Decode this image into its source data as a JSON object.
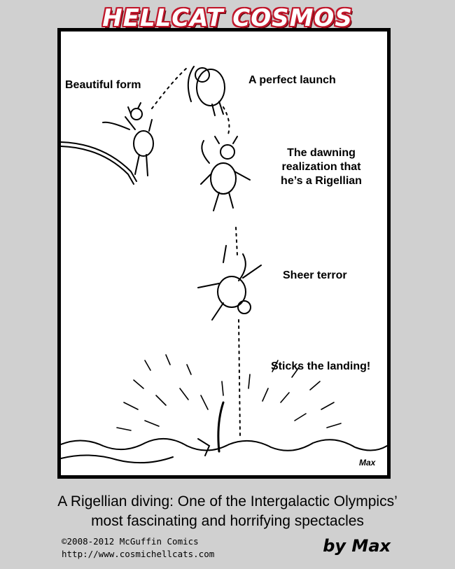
{
  "header": {
    "title": "HELLCAT COSMOS"
  },
  "panel": {
    "labels": {
      "beautiful_form": "Beautiful form",
      "perfect_launch": "A perfect launch",
      "dawning_1": "The dawning",
      "dawning_2": "realization that",
      "dawning_3": "he’s a Rigellian",
      "sheer_terror": "Sheer terror",
      "sticks_landing": "Sticks the landing!"
    },
    "signature": "Max"
  },
  "caption": {
    "line1": "A Rigellian diving: One of the Intergalactic Olympics’",
    "line2": "most fascinating and horrifying spectacles"
  },
  "footer": {
    "copyright": "©2008-2012 McGuffin Comics",
    "url": "http://www.cosmichellcats.com",
    "byline": "by Max"
  }
}
